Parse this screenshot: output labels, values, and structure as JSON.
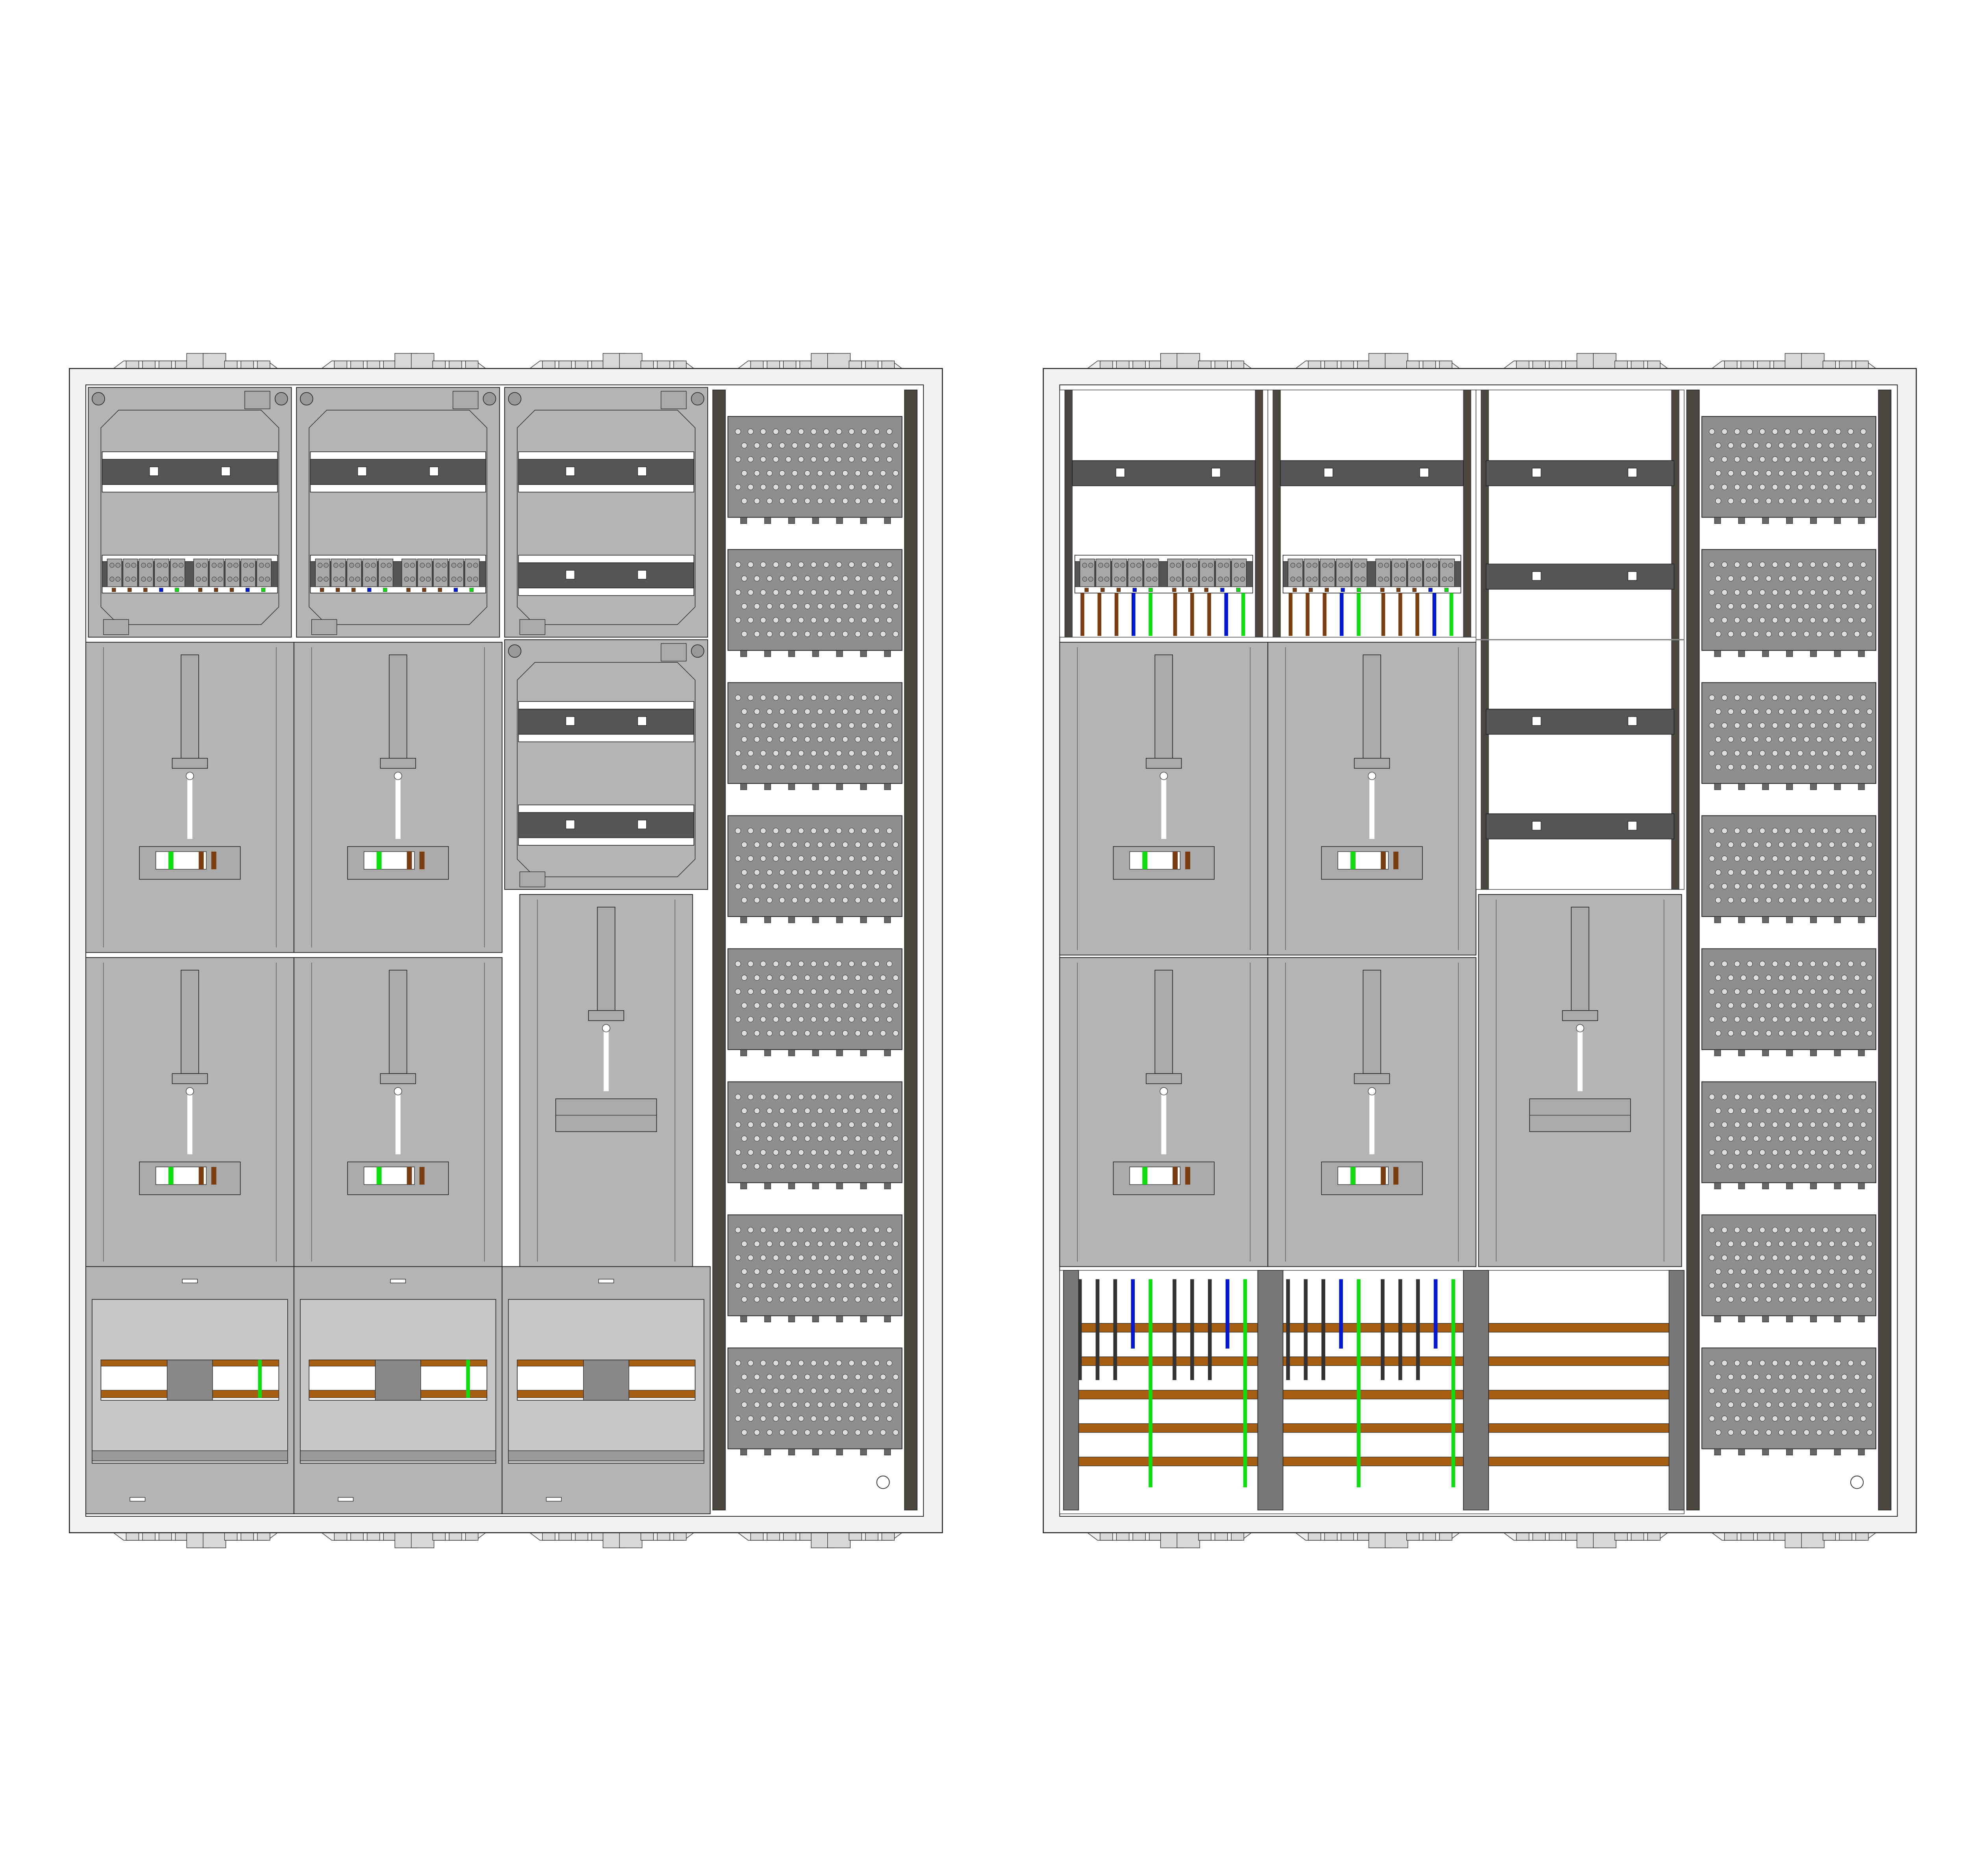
{
  "colors": {
    "background": "#ffffff",
    "frame": "#f2f2f2",
    "panel": "#b4b4b4",
    "din_rail": "#555555",
    "plate": "#8e8e8e",
    "rack_rail": "#4b4640",
    "busbar": "#a65e12",
    "wire_brown": "#7a3d12",
    "wire_blue": "#0018d0",
    "wire_green": "#10dd10",
    "wire_black": "#333333"
  },
  "cabinets": [
    {
      "variant": "covered",
      "meter_panels": 5,
      "perforated_plates": 8
    },
    {
      "variant": "open",
      "meter_panels": 5,
      "perforated_plates": 8,
      "busbars": 5
    }
  ]
}
